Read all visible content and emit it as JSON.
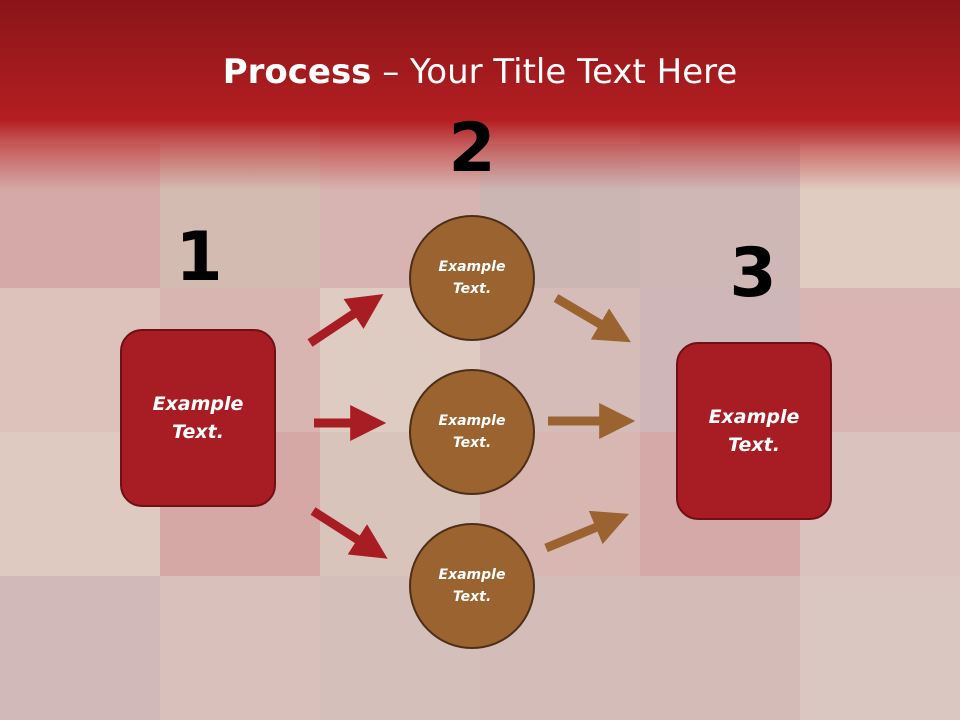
{
  "title": {
    "strong": "Process",
    "rest": " – Your Title Text Here"
  },
  "steps": {
    "one": {
      "number": "1",
      "text": "Example Text."
    },
    "two": {
      "number": "2"
    },
    "three": {
      "number": "3",
      "text": "Example Text."
    }
  },
  "circles": [
    {
      "text": "Example Text."
    },
    {
      "text": "Example Text."
    },
    {
      "text": "Example Text."
    }
  ],
  "colors": {
    "header": "#b41e22",
    "box": "#a71d23",
    "circle": "#9a6330",
    "arrow_red": "#a71d23",
    "arrow_brown": "#9a6330"
  }
}
